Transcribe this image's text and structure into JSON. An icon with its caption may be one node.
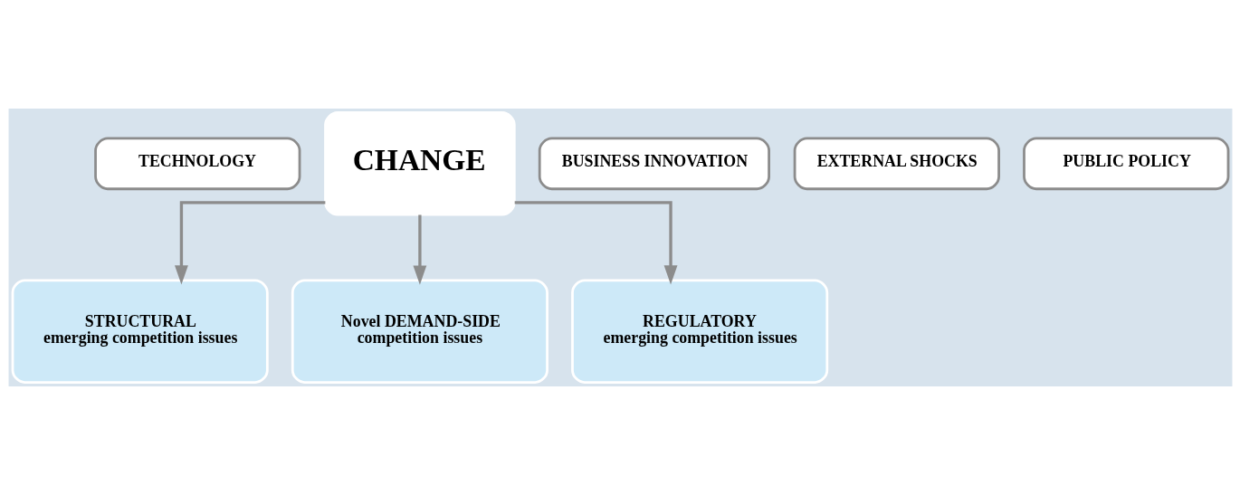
{
  "diagram": {
    "nodes": [
      {
        "text": [
          "TECHNOLOGY"
        ]
      },
      {
        "text": [
          "CHANGE"
        ]
      },
      {
        "text": [
          "BUSINESS INNOVATION"
        ]
      },
      {
        "text": [
          "EXTERNAL SHOCKS"
        ]
      },
      {
        "text": [
          "PUBLIC POLICY"
        ]
      },
      {
        "text": [
          "STRUCTURAL",
          "emerging competition issues"
        ]
      },
      {
        "text": [
          "Novel DEMAND-SIDE",
          "competition issues"
        ]
      },
      {
        "text": [
          "REGULATORY",
          "emerging competition issues"
        ]
      }
    ],
    "edges": [
      {
        "from": 1,
        "to": 5,
        "arrow": "to"
      },
      {
        "from": 1,
        "to": 6,
        "arrow": "to"
      },
      {
        "from": 1,
        "to": 7,
        "arrow": "to"
      }
    ]
  }
}
